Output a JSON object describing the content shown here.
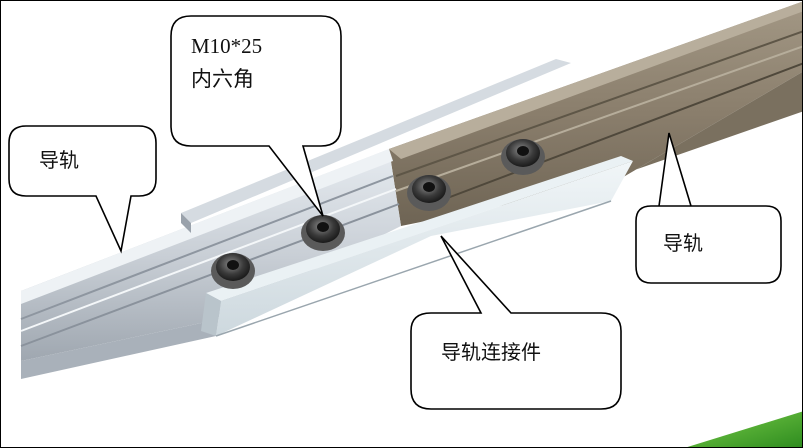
{
  "callouts": {
    "bolt_spec": {
      "line1": "M10*25",
      "line2": "内六角"
    },
    "rail_left": "导轨",
    "rail_right": "导轨",
    "connector": "导轨连接件"
  },
  "colors": {
    "rail_left_metal": "#c9cfd6",
    "rail_right_bronze": "#8a7e6c",
    "connector_plate": "#dfe8ec",
    "bolt": "#3a3a3a",
    "green_corner": "#3fa52a"
  }
}
